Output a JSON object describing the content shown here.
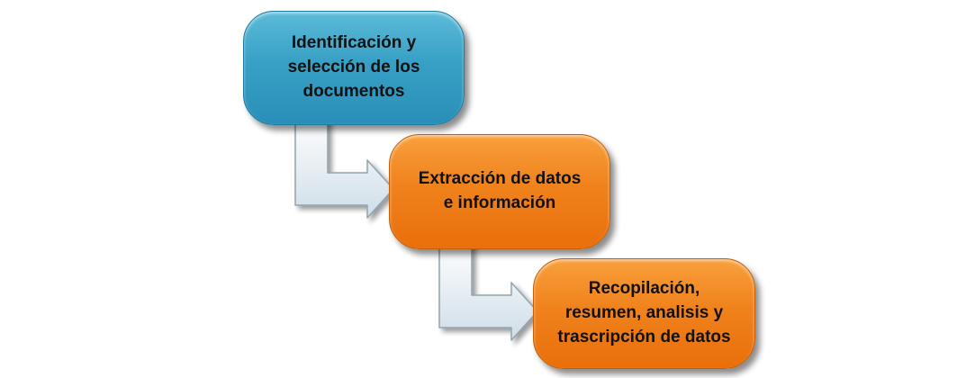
{
  "diagram": {
    "type": "stepped-flowchart",
    "background": "#FFFFFF",
    "steps": [
      {
        "id": 1,
        "label": "Identificación y selección de los documentos",
        "fill": "#2E95BD",
        "fill_top": "#5CBBD9",
        "text_color": "#111111"
      },
      {
        "id": 2,
        "label": "Extracción de datos e información",
        "fill": "#EE7912",
        "fill_top": "#F8A03C",
        "text_color": "#111111"
      },
      {
        "id": 3,
        "label": "Recopilación, resumen, analisis y trascripción de datos",
        "fill": "#EE7912",
        "fill_top": "#F8A03C",
        "text_color": "#111111"
      }
    ],
    "connectors": [
      {
        "from": 1,
        "to": 2,
        "shape": "elbow-down-right-arrow",
        "fill": "#E8F1F7",
        "stroke": "#8FA3AD"
      },
      {
        "from": 2,
        "to": 3,
        "shape": "elbow-down-right-arrow",
        "fill": "#E8F1F7",
        "stroke": "#8FA3AD"
      }
    ]
  }
}
